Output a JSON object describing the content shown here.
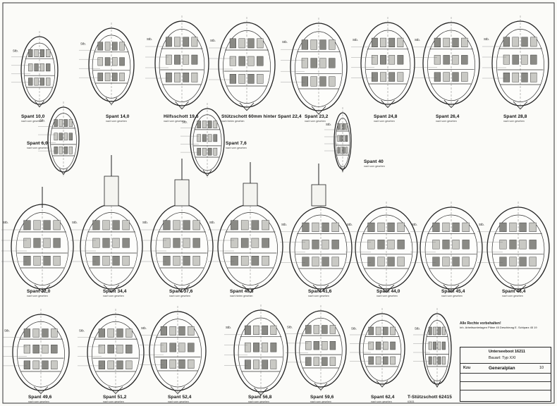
{
  "sections": [
    {
      "label": "Spant 10,0",
      "note": "nach vorn gesehen"
    },
    {
      "label": "Spant 14,0",
      "note": "nach vorn gesehen"
    },
    {
      "label": "Hilfsschott 19,6",
      "note": "nach vorn gesehen"
    },
    {
      "label": "Stützschott 60mm hinter Spant 22,4",
      "note": "nach hinten gesehen"
    },
    {
      "label": "Spant 23,2",
      "note": "nach vorn gesehen"
    },
    {
      "label": "Spant 24,8",
      "note": "nach vorn gesehen"
    },
    {
      "label": "Spant 26,4",
      "note": "nach vorn gesehen"
    },
    {
      "label": "Spant 28,8",
      "note": "nach vorn gesehen"
    },
    {
      "label": "Spant 6,0",
      "note": "nach vorn gesehen"
    },
    {
      "label": "Spant 7,6",
      "note": "nach vorn gesehen"
    },
    {
      "label": "Spant 40",
      "note": "nach vorn gesehen"
    },
    {
      "label": "Spant 32,0",
      "note": "nach vorn gesehen"
    },
    {
      "label": "Spant 34,4",
      "note": "nach vorn gesehen"
    },
    {
      "label": "Spant 37,6",
      "note": "nach vorn gesehen"
    },
    {
      "label": "Spant 40,8",
      "note": "nach hinten gesehen"
    },
    {
      "label": "Spant 41,6",
      "note": "nach vorn gesehen"
    },
    {
      "label": "Spant 44,0",
      "note": "nach vorn gesehen"
    },
    {
      "label": "Spant 45,4",
      "note": "nach vorn gesehen"
    },
    {
      "label": "Spant 46,4",
      "note": "nach vorn gesehen"
    },
    {
      "label": "Spant 49,6",
      "note": "nach vorn gesehen"
    },
    {
      "label": "Spant 51,2",
      "note": "nach vorn gesehen"
    },
    {
      "label": "Spant 52,4",
      "note": "nach vorn gesehen"
    },
    {
      "label": "Spant 56,8",
      "note": "nach vorn gesehen"
    },
    {
      "label": "Spant 59,6",
      "note": "nach vorn gesehen"
    },
    {
      "label": "Spant 62,4",
      "note": "nach vorn gesehen"
    },
    {
      "label": "T-Stützschott 62415",
      "note": "63631"
    }
  ],
  "side_label": "Stb.",
  "rights_note": {
    "line1": "Alle Rechte vorbehalten!",
    "line2": "Inh. Arbeitsunterlagen Pläne 45 Deschimag E. Schiparz 45 19"
  },
  "title_block": {
    "boat": "Unterseeboot 16211",
    "type": "Bauart: Typ XXI",
    "sheet": "Generalplan",
    "sheet_prefix": "Kzu",
    "sheet_no": "10"
  }
}
